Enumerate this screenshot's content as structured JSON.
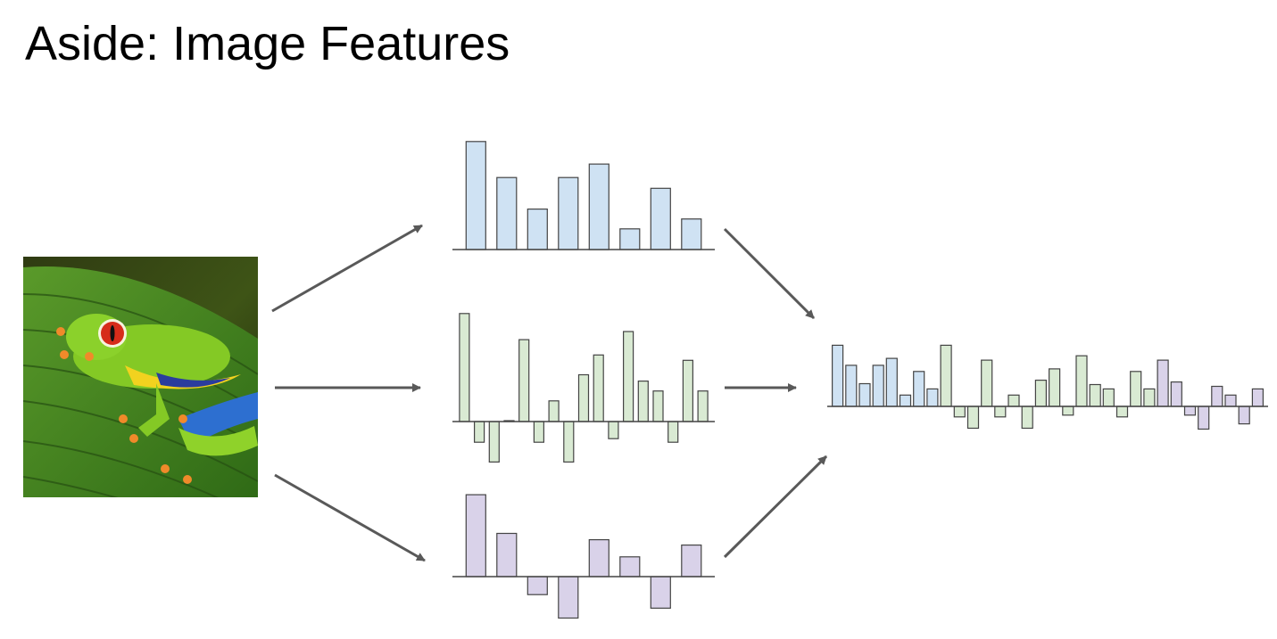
{
  "slide": {
    "title": "Aside: Image Features"
  },
  "colors": {
    "color_hist": "#cfe2f3",
    "hog": "#d9ead3",
    "bag_of_words": "#d9d2e9",
    "bar_stroke": "#444444",
    "arrow": "#595959",
    "axis": "#444444"
  },
  "image": {
    "subject": "red-eyed tree frog on a leaf"
  },
  "chart_data": [
    {
      "type": "bar",
      "name": "feature-histogram-1",
      "color": "#cfe2f3",
      "values": [
        12,
        8,
        4.5,
        8,
        9.5,
        2.3,
        6.8,
        3.4
      ],
      "ylim": [
        0,
        12.5
      ]
    },
    {
      "type": "bar",
      "name": "feature-histogram-2",
      "color": "#d9ead3",
      "values": [
        12,
        -2.3,
        -4.5,
        0.1,
        9.1,
        -2.3,
        2.3,
        -4.5,
        5.2,
        7.4,
        -1.9,
        10,
        4.5,
        3.4,
        -2.3,
        6.8,
        3.4
      ],
      "ylim": [
        -5,
        12.5
      ]
    },
    {
      "type": "bar",
      "name": "feature-histogram-3",
      "color": "#d9d2e9",
      "values": [
        9.1,
        4.8,
        -2,
        -4.6,
        4.1,
        2.2,
        -3.5,
        3.5
      ],
      "ylim": [
        -5,
        10
      ]
    },
    {
      "type": "bar",
      "name": "concatenated-feature-vector",
      "values": [
        7,
        4.7,
        2.6,
        4.7,
        5.5,
        1.3,
        4,
        2,
        7,
        -1.2,
        -2.5,
        5.3,
        -1.2,
        1.3,
        -2.5,
        3,
        4.3,
        -1,
        5.8,
        2.5,
        2,
        -1.2,
        4,
        2,
        5.3,
        2.8,
        -1,
        -2.6,
        2.3,
        1.3,
        -2,
        2
      ],
      "colors": [
        "#cfe2f3",
        "#cfe2f3",
        "#cfe2f3",
        "#cfe2f3",
        "#cfe2f3",
        "#cfe2f3",
        "#cfe2f3",
        "#cfe2f3",
        "#d9ead3",
        "#d9ead3",
        "#d9ead3",
        "#d9ead3",
        "#d9ead3",
        "#d9ead3",
        "#d9ead3",
        "#d9ead3",
        "#d9ead3",
        "#d9ead3",
        "#d9ead3",
        "#d9ead3",
        "#d9ead3",
        "#d9ead3",
        "#d9ead3",
        "#d9ead3",
        "#d9d2e9",
        "#d9d2e9",
        "#d9d2e9",
        "#d9d2e9",
        "#d9d2e9",
        "#d9d2e9",
        "#d9d2e9",
        "#d9d2e9"
      ],
      "ylim": [
        -3,
        7.5
      ]
    }
  ]
}
